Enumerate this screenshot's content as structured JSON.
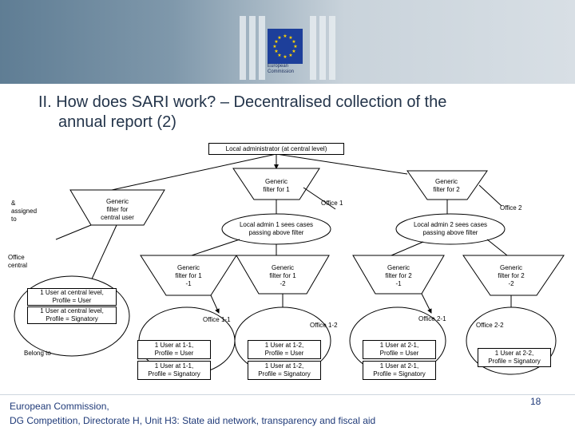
{
  "header": {
    "logo_lines": [
      "European",
      "Commission"
    ],
    "brand_color": "#1d3f9a"
  },
  "title": {
    "line1": "II. How does SARI work? – Decentralised collection of the",
    "line2": "annual report (2)"
  },
  "diagram": {
    "top_admin": "Local administrator (at central level)",
    "filter_central": "Generic\nfilter for\ncentral user",
    "filter_1": "Generic\nfilter for 1",
    "filter_2": "Generic\nfilter for 2",
    "office_1": "Office 1",
    "office_2": "Office 2",
    "admin_1": "Local admin 1 sees cases\npassing above filter",
    "admin_2": "Local admin 2 sees cases\npassing above filter",
    "assigned": "&\nassigned\nto",
    "office_central": "Office\ncentral",
    "central_user": "1 User at central level,\nProfile = User",
    "central_signatory": "1 User at central level,\nProfile = Signatory",
    "belong_to": "Belong to",
    "filter_1_1": "Generic\nfilter for 1\n-1",
    "filter_1_2": "Generic\nfilter for 1\n-2",
    "filter_2_1": "Generic\nfilter for 2\n-1",
    "filter_2_2": "Generic\nfilter for 2\n-2",
    "office_1_1": "Office 1-1",
    "office_1_2": "Office 1-2",
    "office_2_1": "Office 2-1",
    "office_2_2": "Office 2-2",
    "user_1_1": "1 User at 1-1,\nProfile = User",
    "sig_1_1": "1 User at 1-1,\nProfile = Signatory",
    "user_1_2": "1 User at 1-2,\nProfile = User",
    "sig_1_2": "1 User at 1-2,\nProfile = Signatory",
    "user_2_1": "1 User at 2-1,\nProfile = User",
    "sig_2_1": "1 User at 2-1,\nProfile = Signatory",
    "sig_2_2": "1 User at 2-2,\nProfile = Signatory"
  },
  "footer": {
    "line1": "European Commission,",
    "line2": "DG Competition, Directorate H, Unit H3: State aid network, transparency and fiscal aid",
    "page_number": "18"
  }
}
